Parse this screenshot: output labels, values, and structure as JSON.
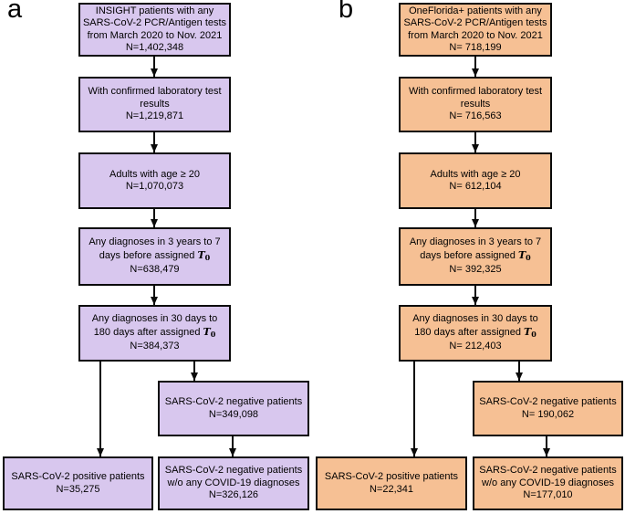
{
  "colors": {
    "panel_a_fill": "#d8c7ee",
    "panel_b_fill": "#f6c094",
    "border": "#0a0a0a",
    "background": "#ffffff"
  },
  "math": {
    "t": "T",
    "sub": "0"
  },
  "panel_a": {
    "label": "a",
    "source": "INSIGHT patients with any\nSARS-CoV-2 PCR/Antigen tests\nfrom March 2020 to Nov. 2021\nN=1,402,348",
    "confirmed": "With confirmed laboratory test\nresults\nN=1,219,871",
    "adults": "Adults with age ≥ 20\nN=1,070,073",
    "dx_before_line1": "Any diagnoses in 3 years to 7",
    "dx_before_line2": "days before assigned ",
    "dx_before_n": "N=638,479",
    "dx_after_line1": "Any diagnoses in 30 days to",
    "dx_after_line2": "180 days after assigned ",
    "dx_after_n": "N=384,373",
    "negative": "SARS-CoV-2 negative patients\nN=349,098",
    "positive": "SARS-CoV-2 positive patients\nN=35,275",
    "negative_wo": "SARS-CoV-2 negative patients\nw/o any COVID-19 diagnoses\nN=326,126"
  },
  "panel_b": {
    "label": "b",
    "source": "OneFlorida+ patients with any\nSARS-CoV-2 PCR/Antigen tests\nfrom March 2020 to Nov. 2021\nN= 718,199",
    "confirmed": "With confirmed laboratory test\nresults\nN= 716,563",
    "adults": "Adults with age ≥ 20\nN= 612,104",
    "dx_before_line1": "Any diagnoses in 3 years to 7",
    "dx_before_line2": "days before assigned ",
    "dx_before_n": "N= 392,325",
    "dx_after_line1": "Any diagnoses in 30 days to",
    "dx_after_line2": "180 days after assigned ",
    "dx_after_n": "N= 212,403",
    "negative": "SARS-CoV-2 negative patients\nN= 190,062",
    "positive": "SARS-CoV-2 positive patients\nN=22,341",
    "negative_wo": "SARS-CoV-2 negative patients\nw/o any COVID-19 diagnoses\nN=177,010"
  }
}
